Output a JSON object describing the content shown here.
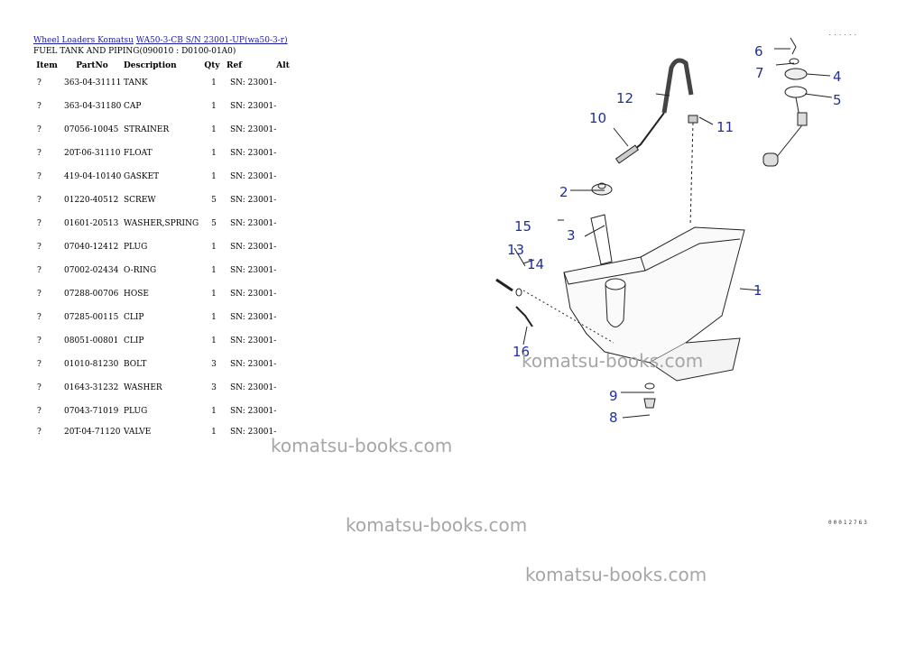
{
  "breadcrumb": {
    "link1": "Wheel Loaders Komatsu",
    "link2": "WA50-3-CB S/N 23001-UP(wa50-3-r)"
  },
  "subtitle": "FUEL TANK AND PIPING(090010 : D0100-01A0)",
  "table": {
    "headers": [
      "Item",
      "PartNo",
      "Description",
      "Qty",
      "Ref",
      "Alt"
    ],
    "rows": [
      [
        "?",
        "363-04-31111",
        "TANK",
        "1",
        "SN: 23001-",
        ""
      ],
      [
        "?",
        "363-04-31180",
        "CAP",
        "1",
        "SN: 23001-",
        ""
      ],
      [
        "?",
        "07056-10045",
        "STRAINER",
        "1",
        "SN: 23001-",
        ""
      ],
      [
        "?",
        "20T-06-31110",
        "FLOAT",
        "1",
        "SN: 23001-",
        ""
      ],
      [
        "?",
        "419-04-10140",
        "GASKET",
        "1",
        "SN: 23001-",
        ""
      ],
      [
        "?",
        "01220-40512",
        "SCREW",
        "5",
        "SN: 23001-",
        ""
      ],
      [
        "?",
        "01601-20513",
        "WASHER,SPRING",
        "5",
        "SN: 23001-",
        ""
      ],
      [
        "?",
        "07040-12412",
        "PLUG",
        "1",
        "SN: 23001-",
        ""
      ],
      [
        "?",
        "07002-02434",
        "O-RING",
        "1",
        "SN: 23001-",
        ""
      ],
      [
        "?",
        "07288-00706",
        "HOSE",
        "1",
        "SN: 23001-",
        ""
      ],
      [
        "?",
        "07285-00115",
        "CLIP",
        "1",
        "SN: 23001-",
        ""
      ],
      [
        "?",
        "08051-00801",
        "CLIP",
        "1",
        "SN: 23001-",
        ""
      ],
      [
        "?",
        "01010-81230",
        "BOLT",
        "3",
        "SN: 23001-",
        ""
      ],
      [
        "?",
        "01643-31232",
        "WASHER",
        "3",
        "SN: 23001-",
        ""
      ],
      [
        "?",
        "07043-71019",
        "PLUG",
        "1",
        "SN: 23001-",
        ""
      ],
      [
        "?",
        "20T-04-71120",
        "VALVE",
        "1",
        "SN: 23001-",
        ""
      ]
    ]
  },
  "watermarks": [
    "komatsu-books.com",
    "komatsu-books.com",
    "komatsu-books.com",
    "komatsu-books.com"
  ],
  "diagram": {
    "callouts": [
      "1",
      "2",
      "3",
      "4",
      "5",
      "6",
      "7",
      "8",
      "9",
      "10",
      "11",
      "12",
      "13",
      "14",
      "15",
      "16"
    ],
    "corner_code": "......",
    "figure_code": "00012763"
  }
}
